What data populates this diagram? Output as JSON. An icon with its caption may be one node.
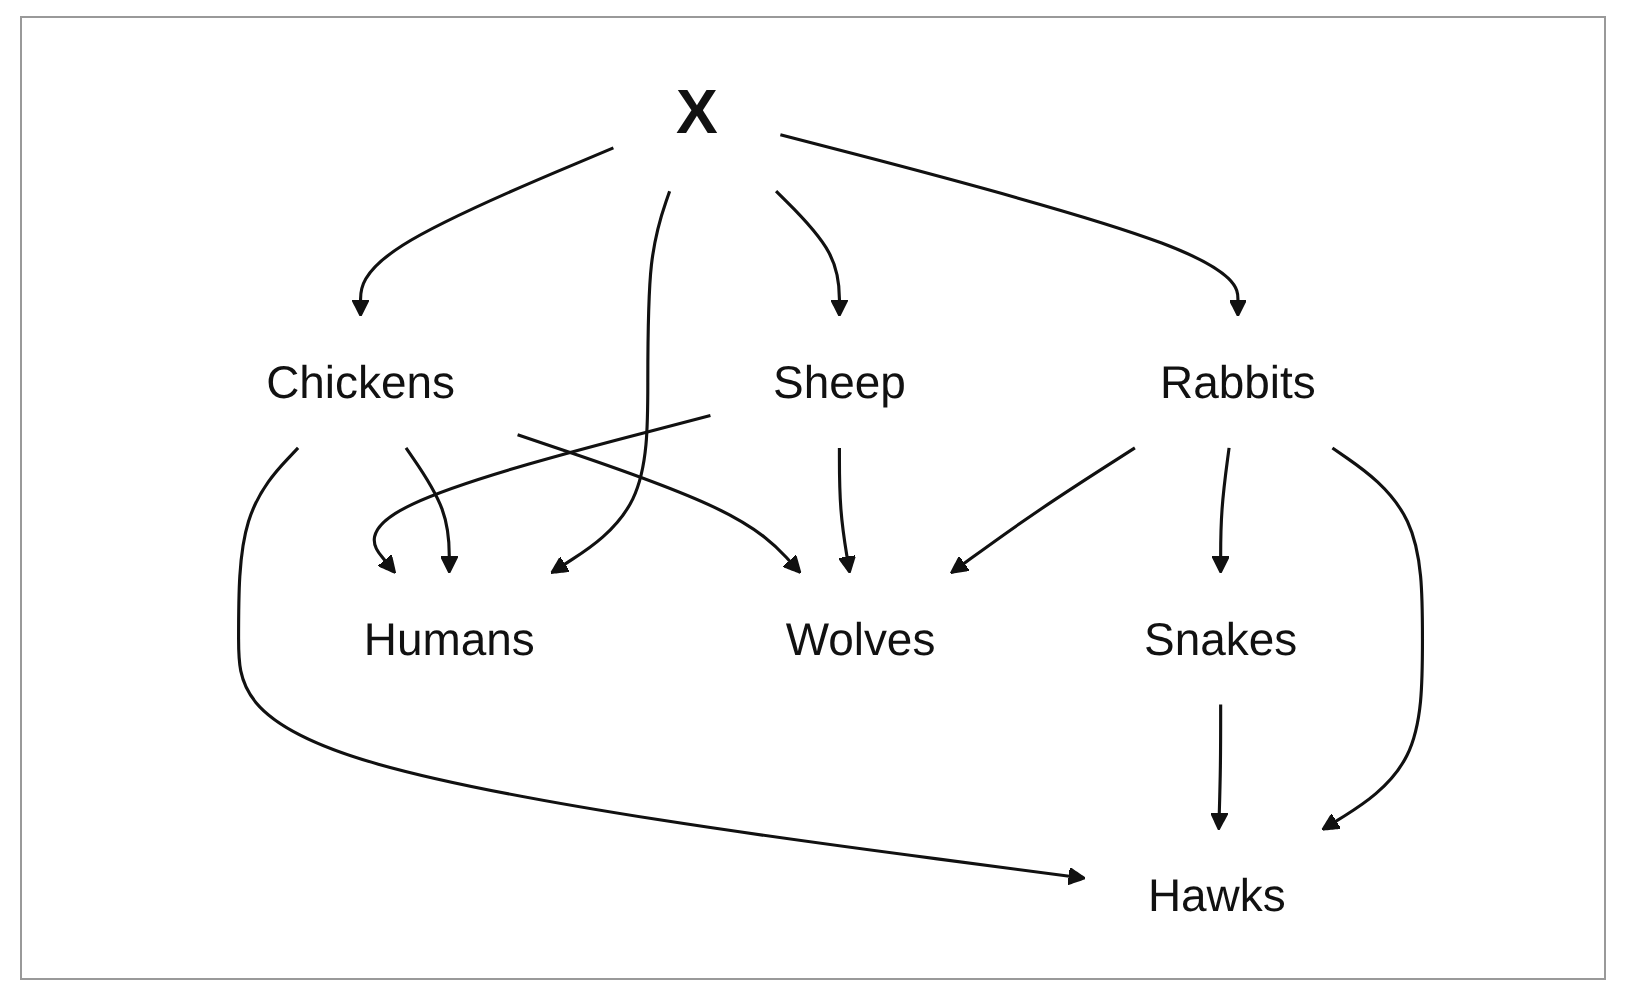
{
  "diagram": {
    "nodes": [
      {
        "text": [
          "Chickens"
        ]
      },
      {
        "text": [
          "Rabbits"
        ]
      },
      {
        "text": [
          "Snakes"
        ]
      },
      {
        "text": [
          "Humans"
        ]
      },
      {
        "text": [
          "X"
        ]
      },
      {
        "text": [
          "Hawks"
        ]
      },
      {
        "text": [
          "Sheep"
        ]
      },
      {
        "text": [
          "Wolves"
        ]
      }
    ],
    "edges": [
      {
        "from": 4,
        "to": 0,
        "arrow": "to"
      },
      {
        "from": 4,
        "to": 1,
        "arrow": "to"
      },
      {
        "from": 4,
        "to": 3,
        "arrow": "to"
      },
      {
        "from": 4,
        "to": 6,
        "arrow": "to"
      },
      {
        "from": 0,
        "to": 3,
        "arrow": "to"
      },
      {
        "from": 1,
        "to": 2,
        "arrow": "to"
      },
      {
        "from": 1,
        "to": 5,
        "arrow": "to"
      },
      {
        "from": 1,
        "to": 7,
        "arrow": "to"
      },
      {
        "from": 2,
        "to": 5,
        "arrow": "to"
      },
      {
        "from": 6,
        "to": 3,
        "arrow": "to"
      },
      {
        "from": 6,
        "to": 7,
        "arrow": "to"
      },
      {
        "from": 0,
        "to": 5,
        "arrow": "to"
      },
      {
        "from": 0,
        "to": 7,
        "arrow": "to"
      }
    ]
  }
}
